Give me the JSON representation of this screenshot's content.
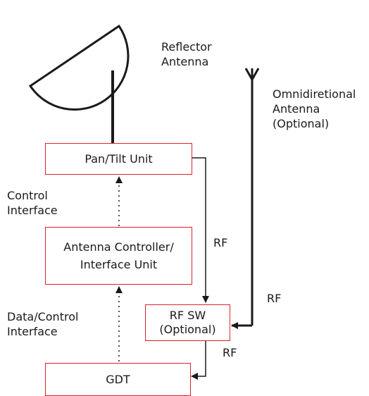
{
  "labels": {
    "reflector_line1": "Reflector",
    "reflector_line2": "Antenna",
    "omni_line1": "Omnidiretional",
    "omni_line2": "Antenna",
    "omni_line3": "(Optional)",
    "control_line1": "Control",
    "control_line2": "Interface",
    "data_line1": "Data/Control",
    "data_line2": "Interface",
    "rf_pan_to_switch": "RF",
    "rf_omni_to_switch": "RF",
    "rf_switch_to_gdt": "RF"
  },
  "boxes": {
    "pan_tilt": "Pan/Tilt Unit",
    "controller_line1": "Antenna Controller/",
    "controller_line2": "Interface Unit",
    "rf_switch_line1": "RF SW",
    "rf_switch_line2": "(Optional)",
    "gdt": "GDT"
  },
  "colors": {
    "box_border": "#d9232d",
    "line": "#1a1a1a"
  }
}
